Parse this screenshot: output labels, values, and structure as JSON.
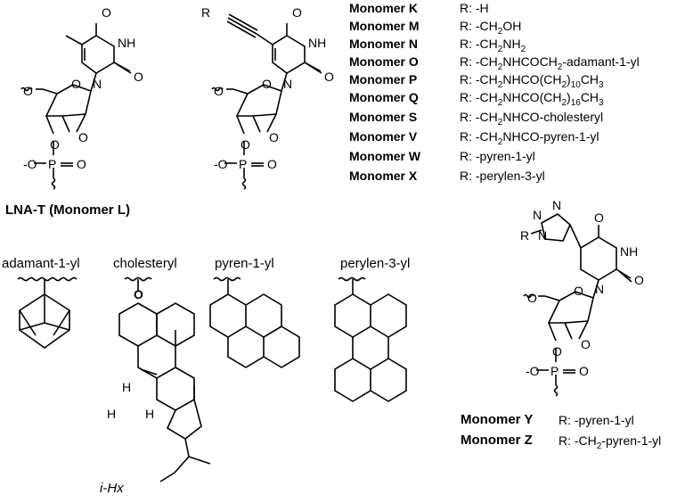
{
  "monomer_table": [
    {
      "name": "Monomer K",
      "r_plain": "R: -H"
    },
    {
      "name": "Monomer M",
      "r_plain": "R: -CH2OH"
    },
    {
      "name": "Monomer N",
      "r_plain": "R: -CH2NH2"
    },
    {
      "name": "Monomer O",
      "r_plain": "R: -CH2NHCOCH2-adamant-1-yl"
    },
    {
      "name": "Monomer P",
      "r_plain": "R: -CH2NHCO(CH2)10CH3"
    },
    {
      "name": "Monomer Q",
      "r_plain": "R: -CH2NHCO(CH2)16CH3"
    },
    {
      "name": "Monomer S",
      "r_plain": "R: -CH2NHCO-cholesteryl"
    },
    {
      "name": "Monomer V",
      "r_plain": "R: -CH2NHCO-pyren-1-yl"
    },
    {
      "name": "Monomer W",
      "r_plain": "R: -pyren-1-yl"
    },
    {
      "name": "Monomer X",
      "r_plain": "R: -perylen-3-yl"
    }
  ],
  "lna_caption": "LNA-T (Monomer L)",
  "substituents": {
    "adamantyl": "adamant-1-yl",
    "cholesteryl": "cholesteryl",
    "pyrenyl": "pyren-1-yl",
    "perylenyl": "perylen-3-yl",
    "ihx": "i-Hx"
  },
  "triazole_monomers": [
    {
      "name": "Monomer Y",
      "r_plain": "R: -pyren-1-yl"
    },
    {
      "name": "Monomer Z",
      "r_plain": "R: -CH2-pyren-1-yl"
    }
  ],
  "atoms": {
    "O": "O",
    "NH": "NH",
    "N": "N",
    "R": "R",
    "H": "H",
    "P": "P",
    "O_minus": "-O"
  }
}
